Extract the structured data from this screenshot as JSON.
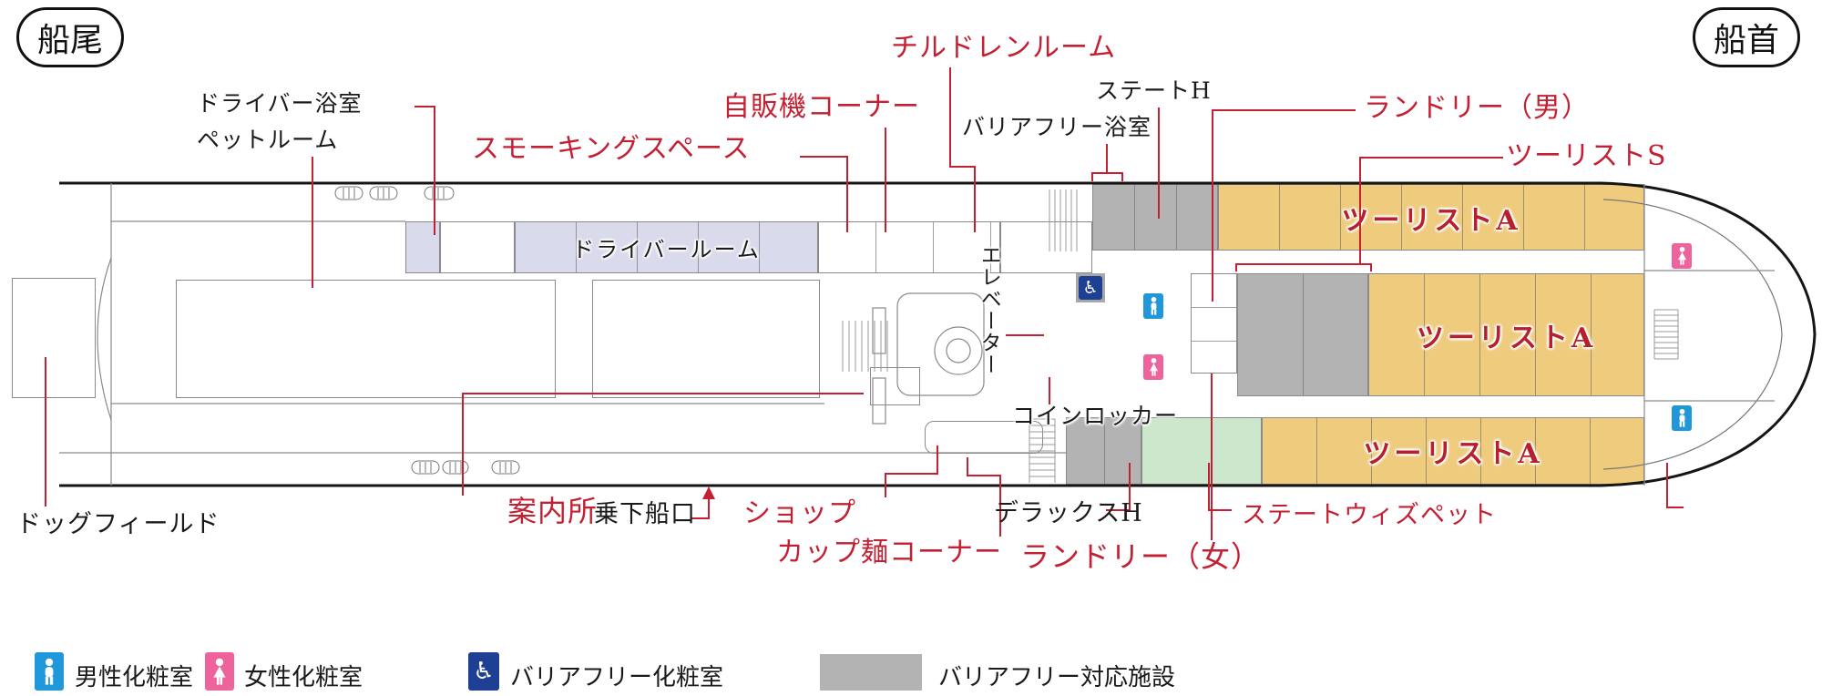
{
  "pills": {
    "stern": "船尾",
    "bow": "船首"
  },
  "labels": {
    "children_room": "チルドレンルーム",
    "vending_corner": "自販機コーナー",
    "smoking_space": "スモーキングスペース",
    "driver_bath": "ドライバー浴室",
    "pet_room": "ペットルーム",
    "state_h": "ステートH",
    "barrier_free_bath": "バリアフリー浴室",
    "laundry_men": "ランドリー（男）",
    "tourist_s": "ツーリストS",
    "tourist_a": "ツーリストA",
    "driver_room": "ドライバールーム",
    "elevator": "エレベーター",
    "coin_locker": "コインロッカー",
    "information": "案内所",
    "boarding_gate": "乗下船口",
    "shop": "ショップ",
    "cup_noodle_corner": "カップ麺コーナー",
    "deluxe_h": "デラックスH",
    "laundry_women": "ランドリー（女）",
    "state_with_pet": "ステートウィズペット",
    "dog_field": "ドッグフィールド"
  },
  "legend": {
    "male": "男性化粧室",
    "female": "女性化粧室",
    "barrier_free_toilet": "バリアフリー化粧室",
    "barrier_free_facility": "バリアフリー対応施設"
  },
  "icons": {
    "male": "male-restroom-icon",
    "female": "female-restroom-icon",
    "wheelchair": "♿"
  },
  "colors": {
    "tourist_a_cabin": "#eecb7d",
    "barrier_free_gray": "#b3b3b3",
    "state_with_pet_green": "#cde7cd",
    "driver_room_lavender": "#d9daeb",
    "label_red": "#c42033",
    "male_blue": "#2097d8",
    "female_pink": "#ee639b",
    "wheelchair_navy": "#1d3f94"
  }
}
